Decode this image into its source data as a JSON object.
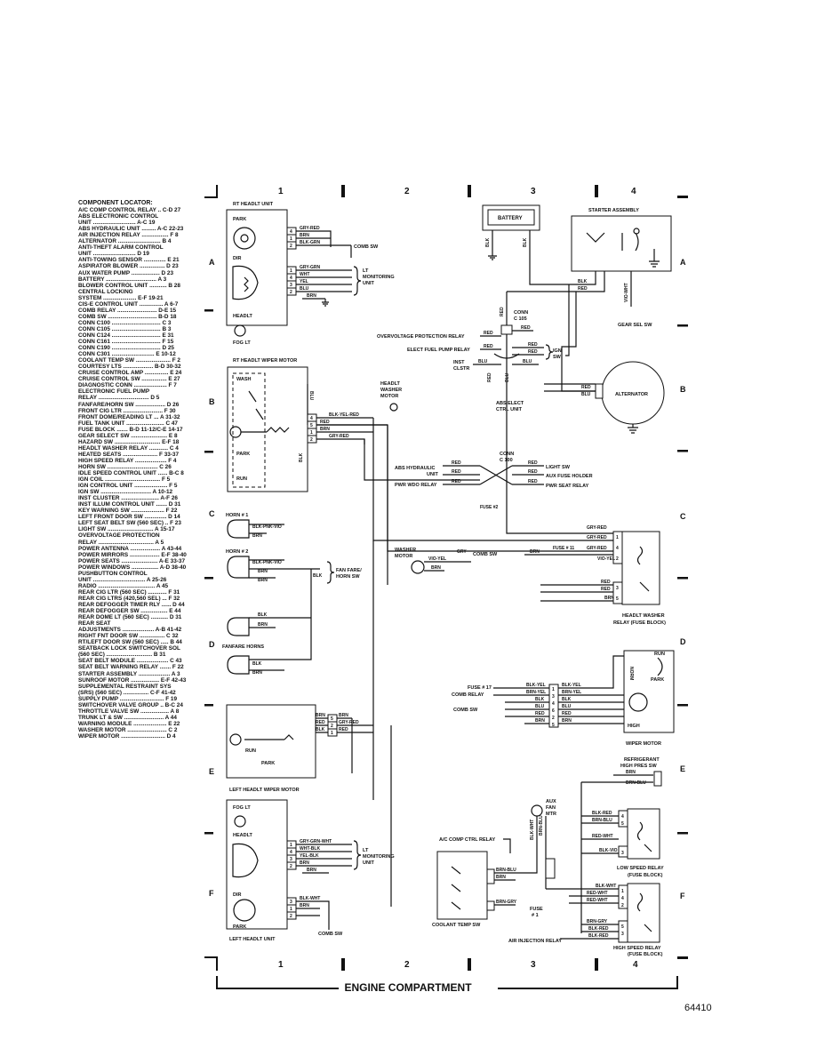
{
  "locator_title": "COMPONENT LOCATOR:",
  "locator": [
    "A/C COMP CONTROL RELAY .. C-D 27",
    "ABS ELECTRONIC CONTROL",
    "   UNIT ........................... A-C 19",
    "ABS HYDRAULIC UNIT ......... A-C 22-23",
    "AIR INJECTION RELAY ................. F 8",
    "ALTERNATOR ........................... B 4",
    "ANTI-THEFT ALARM CONTROL",
    "   UNIT ........................... D 19",
    "ANTI-TOWING SENSOR .............. E 21",
    "ASPIRATOR BLOWER ................ D 23",
    "AUX WATER PUMP .................. D 23",
    "BATTERY ................................ A 3",
    "BLOWER CONTROL UNIT ........... B 28",
    "CENTRAL LOCKING",
    "   SYSTEM ..................... E-F 19-21",
    "CIS-E CONTROL UNIT ............... A 6-7",
    "COMB RELAY ......................... D-E 15",
    "COMB SW ............................... B-D 18",
    "CONN C100 ............................... C 3",
    "CONN C105 ............................... B 3",
    "CONN C124 ............................... E 31",
    "CONN C161 ............................... F 15",
    "CONN C190 ............................... D 25",
    "CONN C301 ........................... E 10-12",
    "COOLANT TEMP SW ...................... F 2",
    "COURTESY LTS ................... B-D 30-32",
    "CRUISE CONTROL AMP ............... E 24",
    "CRUISE CONTROL SW ................ E 27",
    "DIAGNOSTIC CONN ..................... F 7",
    "ELECTRONIC FUEL PUMP",
    "   RELAY ................................ D 5",
    "FANFARE/HORN SW ................... D 26",
    "FRONT CIG LTR ......................... F 30",
    "FRONT DOME/READING LT ... A 31-32",
    "FUEL TANK UNIT ........................ C 47",
    "FUSE BLOCK ....... B-D 11-12/C-E 14-17",
    "GEAR SELECT SW ....................... E 8",
    "HAZARD SW ............................. E-F 18",
    "HEADLT WASHER RELAY ............ C 4",
    "HEATED SEATS ...................... F 33-37",
    "HIGH SPEED RELAY .................... F 4",
    "HORN SW ................................ C 26",
    "IDLE SPEED CONTROL UNIT ...... B-C 8",
    "IGN COIL ................................... F 5",
    "IGN CONTROL UNIT ..................... F 5",
    "IGN SW ................................ A 10-12",
    "INST CLUSTER ........................ A-F 26",
    "INST ILLUM CONTROL UNIT ....... D 31",
    "KEY WARNING SW ..................... F 22",
    "LEFT FRONT DOOR SW .............. D 14",
    "LEFT SEAT BELT SW (560 SEC) .. F 23",
    "LIGHT SW ............................. A 15-17",
    "OVERVOLTAGE PROTECTION",
    "   RELAY ................................... A 5",
    "POWER ANTENNA ................... A 43-44",
    "POWER MIRRORS ................... E-F 38-40",
    "POWER SEATS ....................... A-E 33-37",
    "POWER WINDOWS ................. A-D 38-40",
    "PUSHBUTTON CONTROL",
    "   UNIT ................................. A 25-26",
    "RADIO .................................... A 45",
    "REAR CIG LTR (560 SEC) ............ F 31",
    "REAR CIG LTRS (420,560 SEL) ... F 32",
    "REAR DEFOGGER TIMER RLY ...... D 44",
    "REAR DEFOGGER SW ................. E 44",
    "REAR DOME LT (560 SEC) ........... D 31",
    "REAR SEAT",
    "   ADJUSTMENTS .................... A-B 41-42",
    "RIGHT FNT DOOR SW ................ C 32",
    "RT/LEFT DOOR SW (560 SEC) ..... B 44",
    "SEATBACK LOCK SWITCHOVER SOL",
    "   (560 SEC) ............................. B 31",
    "SEAT BELT MODULE .................... C 43",
    "SEAT BELT WARNING RELAY ....... F 22",
    "STARTER ASSEMBLY .................... A 3",
    "SUNROOF MOTOR .................. E-F 42-43",
    "SUPPLEMENTAL RESTRAINT SYS",
    "   (SRS) (560 SEC) ................ C-F 41-42",
    "SUPPLY PUMP ............................ F 19",
    "SWITCHOVER VALVE GROUP .. B-C 24",
    "THROTTLE VALVE SW .................. A 8",
    "TRUNK LT & SW ......................... A 44",
    "WARNING MODULE ..................... E 22",
    "WASHER MOTOR ......................... C 2",
    "WIPER MOTOR ............................ D 4"
  ],
  "grid_cols": [
    "1",
    "2",
    "3",
    "4"
  ],
  "grid_rows": [
    "A",
    "B",
    "C",
    "D",
    "E",
    "F"
  ],
  "components": {
    "rt_headlt_unit": "RT HEADLT UNIT",
    "park": "PARK",
    "dir": "DIR",
    "headlt": "HEADLT",
    "fog_lt": "FOG LT",
    "comb_sw": "COMB SW",
    "lt_monitoring_unit": [
      "LT",
      "MONITORING",
      "UNIT"
    ],
    "rt_headlt_wiper_motor": "RT HEADLT WIPER MOTOR",
    "wash": "WASH",
    "run": "RUN",
    "headlt_washer_motor": [
      "HEADLT",
      "WASHER",
      "MOTOR"
    ],
    "horn1": "HORN # 1",
    "horn2": "HORN # 2",
    "fanfare_horn_sw": [
      "FAN FARE/",
      "HORN SW"
    ],
    "fanfare_horns": "FANFARE HORNS",
    "left_headlt_wiper_motor": "LEFT HEADLT WIPER MOTOR",
    "left_headlt_unit": "LEFT HEADLT UNIT",
    "battery": "BATTERY",
    "starter_assembly": "STARTER ASSEMBLY",
    "gear_sel_sw": "GEAR SEL SW",
    "alternator": "ALTERNATOR",
    "conn_c105": [
      "CONN",
      "C 105"
    ],
    "overvoltage_relay": "OVERVOLTAGE PROTECTION RELAY",
    "elect_fuel_pump_relay": "ELECT FUEL PUMP RELAY",
    "ign_sw": [
      "IGN",
      "SW"
    ],
    "inst_clstr": [
      "INST",
      "CLSTR"
    ],
    "abs_elect_ctrl_unit": [
      "ABS ELECT",
      "CTRL UNIT"
    ],
    "conn_c100": [
      "CONN",
      "C 100"
    ],
    "abs_hydraulic_unit": [
      "ABS HYDRAULIC",
      "UNIT"
    ],
    "pwr_wdo_relay": "PWR WDO RELAY",
    "light_sw": "LIGHT SW",
    "aux_fuse_holder": "AUX FUSE HOLDER",
    "pwr_seat_relay": "PWR SEAT RELAY",
    "fuse2": "FUSE #2",
    "washer_motor": [
      "WASHER",
      "MOTOR"
    ],
    "fuse11": "FUSE # 11",
    "headlt_washer_relay": [
      "HEADLT WASHER",
      "RELAY (FUSE BLOCK)"
    ],
    "fuse17": "FUSE # 17",
    "comb_relay": "COMB RELAY",
    "wiper_motor": "WIPER MOTOR",
    "high": "HIGH",
    "norm": "NORM",
    "refrigerant_sw": [
      "REFRIGERANT",
      "HIGH PRES SW"
    ],
    "aux_fan_mtr": [
      "AUX",
      "FAN",
      "MTR"
    ],
    "ac_comp_ctrl_relay": "A/C COMP CTRL RELAY",
    "coolant_temp_sw": "COOLANT TEMP SW",
    "fuse1": [
      "FUSE",
      "# 1"
    ],
    "low_speed_relay": [
      "LOW SPEED RELAY",
      "(FUSE BLOCK)"
    ],
    "high_speed_relay": [
      "HIGH SPEED RELAY",
      "(FUSE BLOCK)"
    ],
    "air_injection_relay": "AIR INJECTION RELAY"
  },
  "wire_colors": {
    "gry_red": "GRY-RED",
    "brn": "BRN",
    "blk_grn": "BLK-GRN",
    "gry_grn": "GRY-GRN",
    "wht": "WHT",
    "yel": "YEL",
    "blu": "BLU",
    "red": "RED",
    "blk": "BLK",
    "blk_yel_red": "BLK-YEL-RED",
    "blk_pnk_vio": "BLK-PNK-VIO",
    "vio_yel": "VIO-YEL",
    "gry": "GRY",
    "blk_yel": "BLK-YEL",
    "brn_yel": "BRN-YEL",
    "vio_wht": "VIO-WHT",
    "brn_blu": "BRN-BLU",
    "blk_red": "BLK-RED",
    "red_wht": "RED-WHT",
    "blk_vio": "BLK-VIO",
    "blk_wht": "BLK-WHT",
    "brn_gry": "BRN-GRY",
    "gry_grn_wht": "GRY-GRN-WHT",
    "wht_blk": "WHT-BLK",
    "yel_blk": "YEL-BLK"
  },
  "footer_title": "ENGINE COMPARTMENT",
  "figure_number": "64410"
}
